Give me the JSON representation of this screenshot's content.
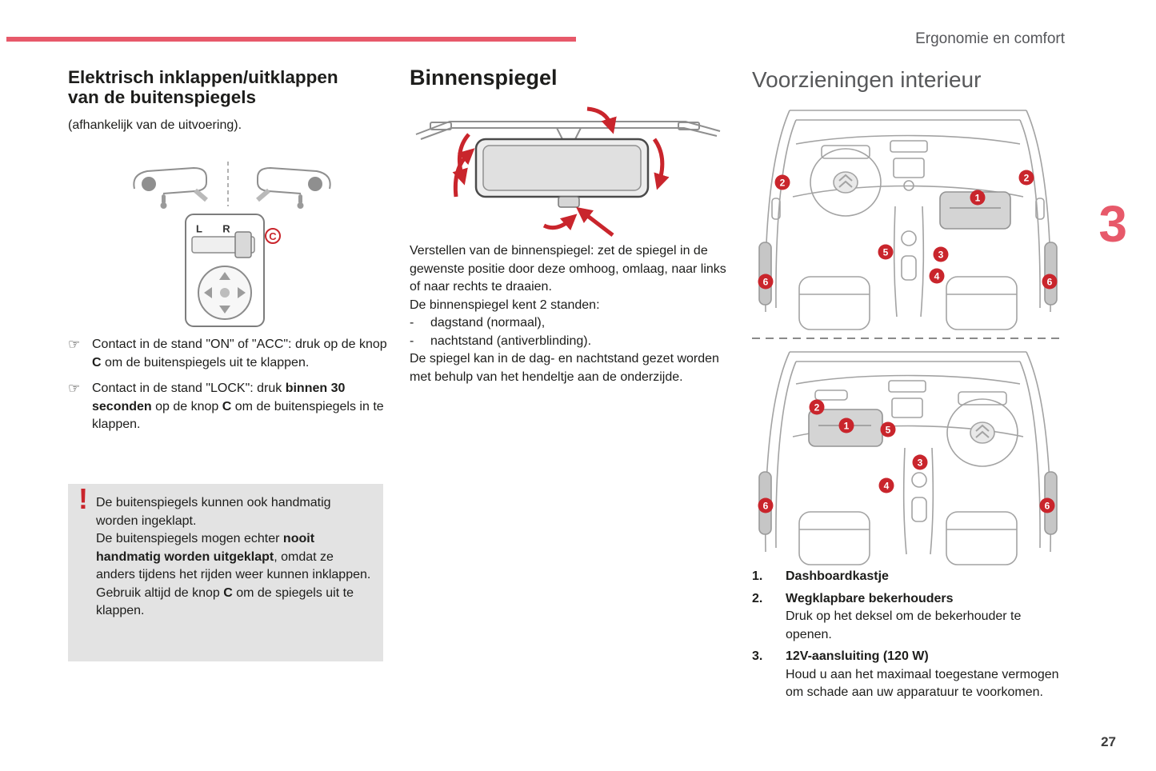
{
  "page": {
    "header": "Ergonomie en comfort",
    "chapter": "3",
    "number": "27"
  },
  "col1": {
    "title_line1": "Elektrisch inklappen/uitklappen",
    "title_line2": "van de buitenspiegels",
    "subtitle": "(afhankelijk van de uitvoering).",
    "control": {
      "l": "L",
      "r": "R",
      "c": "C"
    },
    "bullets": [
      {
        "marker": "☞",
        "part1": "Contact in de stand \"ON\" of \"ACC\": druk op de knop ",
        "bold1": "C",
        "part2": " om de buitenspiegels uit te klappen."
      },
      {
        "marker": "☞",
        "part1": "Contact in de stand \"LOCK\": druk ",
        "bold1": "binnen 30 seconden",
        "part2": " op de knop ",
        "bold2": "C",
        "part3": " om de buitenspiegels in te klappen."
      }
    ],
    "warning": {
      "icon": "!",
      "p1": "De buitenspiegels kunnen ook handmatig worden ingeklapt.",
      "p2_part1": "De buitenspiegels mogen echter ",
      "p2_bold": "nooit handmatig worden uitgeklapt",
      "p2_part2": ", omdat ze anders tijdens het rijden weer kunnen inklappen.",
      "p3_part1": "Gebruik altijd de knop ",
      "p3_bold": "C",
      "p3_part2": " om de spiegels uit te klappen."
    }
  },
  "col2": {
    "title": "Binnenspiegel",
    "p1": "Verstellen van de binnenspiegel: zet de spiegel in de gewenste positie door deze omhoog, omlaag, naar links of naar rechts te draaien.",
    "p2": "De binnenspiegel kent 2 standen:",
    "list": [
      {
        "marker": "-",
        "text": "dagstand (normaal),"
      },
      {
        "marker": "-",
        "text": "nachtstand (antiverblinding)."
      }
    ],
    "p3": "De spiegel kan in de dag- en nachtstand gezet worden met behulp van het hendeltje aan de onderzijde."
  },
  "col3": {
    "title": "Voorzieningen interieur",
    "top_callouts": [
      "2",
      "2",
      "1",
      "5",
      "3",
      "4",
      "6",
      "6"
    ],
    "bottom_callouts": [
      "2",
      "1",
      "5",
      "3",
      "4",
      "6",
      "6"
    ],
    "items": [
      {
        "num": "1.",
        "title": "Dashboardkastje",
        "desc": ""
      },
      {
        "num": "2.",
        "title": "Wegklapbare bekerhouders",
        "desc": "Druk op het deksel om de bekerhouder te openen."
      },
      {
        "num": "3.",
        "title": "12V-aansluiting (120 W)",
        "desc": "Houd u aan het maximaal toegestane vermogen om schade aan uw apparatuur te voorkomen."
      }
    ]
  }
}
